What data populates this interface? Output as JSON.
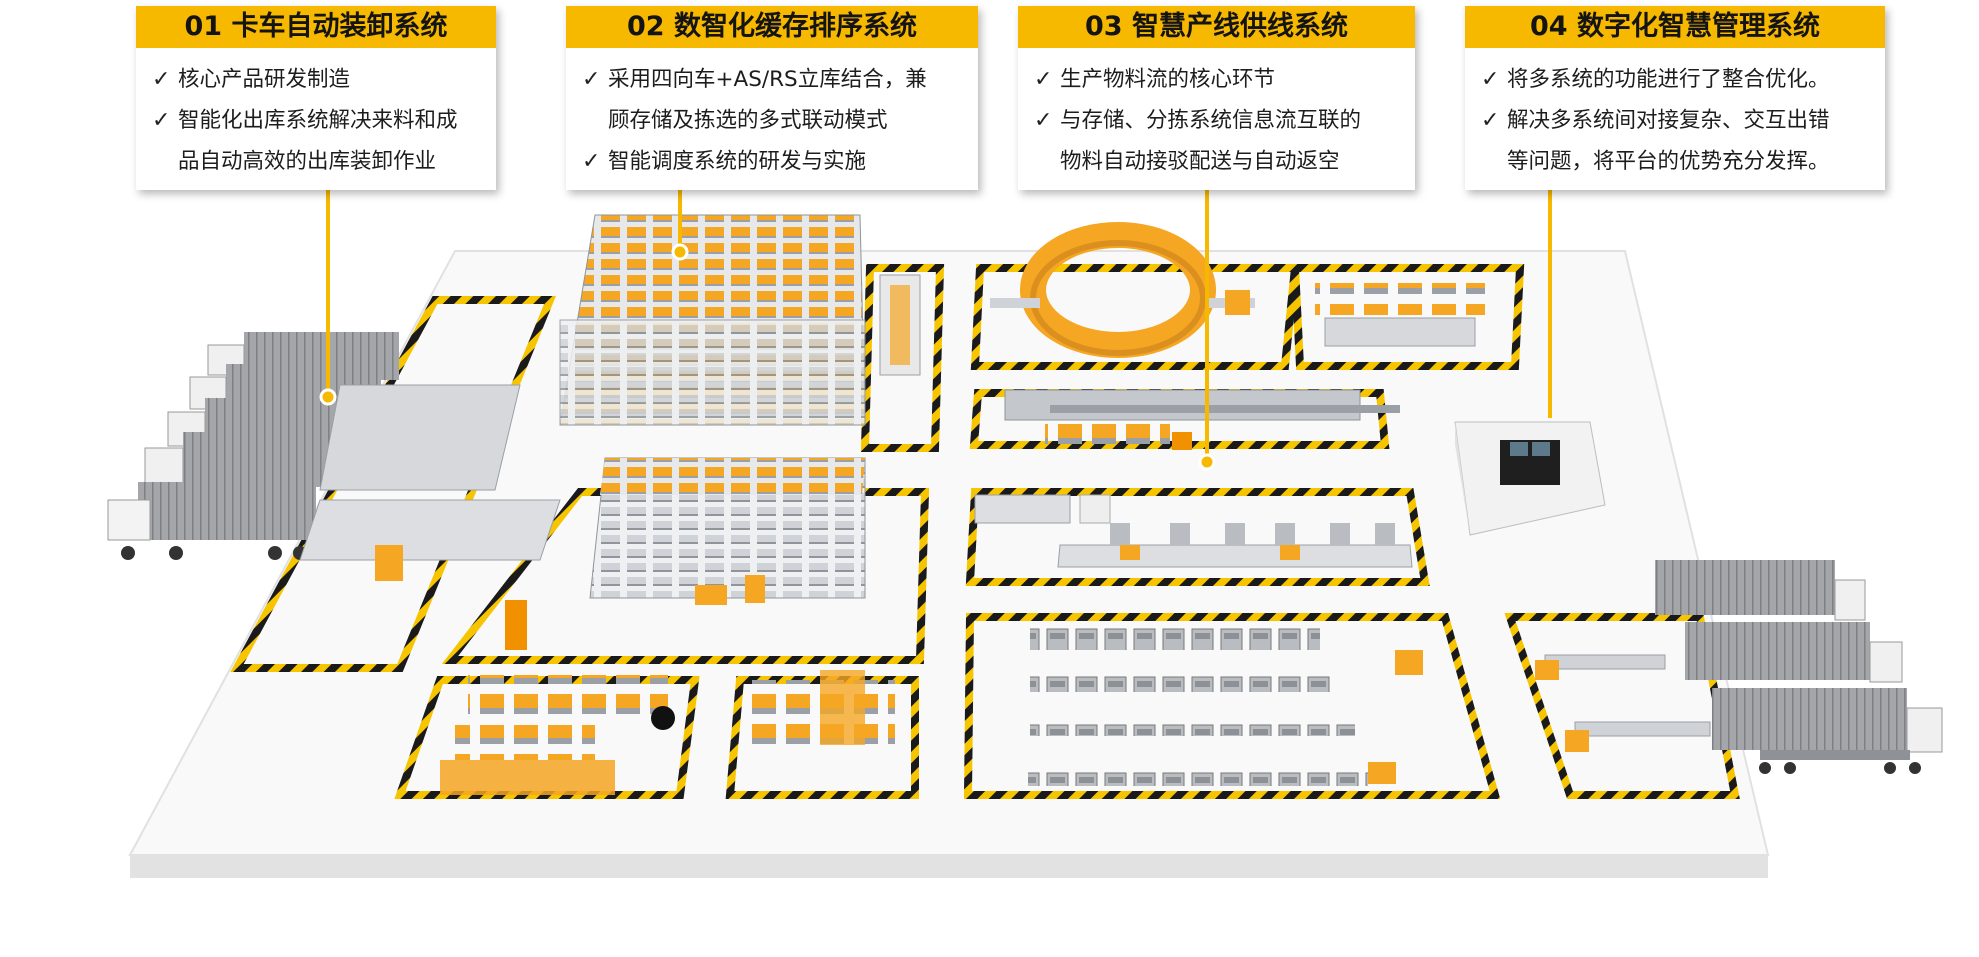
{
  "cards": [
    {
      "title": "01 卡车自动装卸系统",
      "items": [
        "核心产品研发制造",
        "智能化出库系统解决来料和成",
        "品自动高效的出库装卸作业"
      ]
    },
    {
      "title": "02 数智化缓存排序系统",
      "items": [
        "采用四向车+AS/RS立库结合，兼",
        "顾存储及拣选的多式联动模式",
        "智能调度系统的研发与实施"
      ]
    },
    {
      "title": "03 智慧产线供线系统",
      "items": [
        "生产物料流的核心环节",
        "与存储、分拣系统信息流互联的",
        "物料自动接驳配送与自动返空"
      ]
    },
    {
      "title": "04 数字化智慧管理系统",
      "items": [
        "将多系统的功能进行了整合优化。",
        "解决多系统间对接复杂、交互出错",
        "等问题，将平台的优势充分发挥。"
      ]
    }
  ],
  "check_mark": "✓",
  "colors": {
    "accent": "#f7b800",
    "hazard_black": "#1a1a1a",
    "floor": "#fafafa",
    "rack_orange": "#f5a623",
    "rack_grey": "#c7c9cc",
    "truck_grey": "#9a9c9f"
  }
}
